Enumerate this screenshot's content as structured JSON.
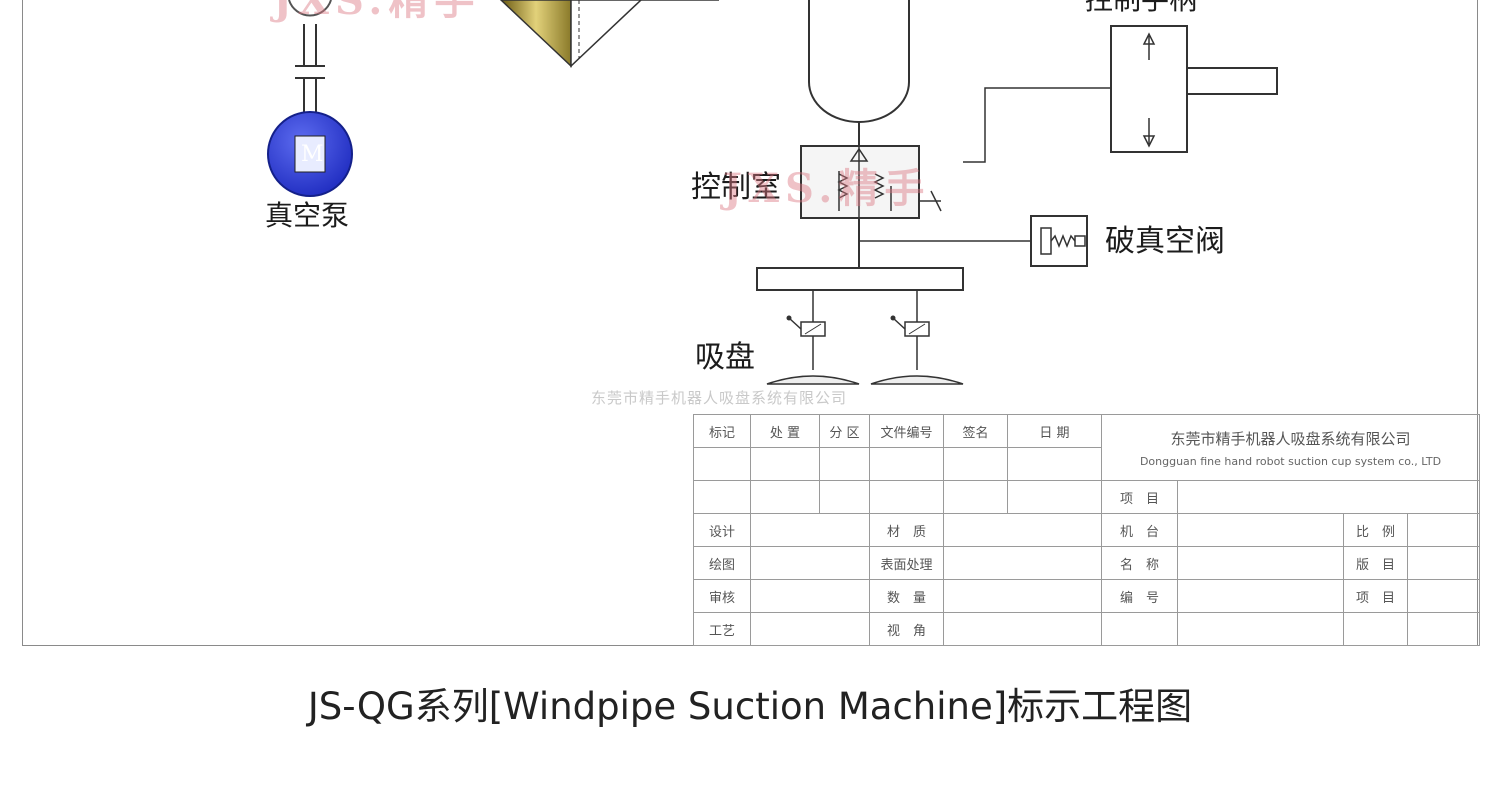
{
  "labels": {
    "vacuum_pump": "真空泵",
    "motor": "M",
    "control_chamber": "控制室",
    "break_vacuum_valve": "破真空阀",
    "suction_cup": "吸盘",
    "cylinder_partial": "控制手柄"
  },
  "watermarks": {
    "company_center": "东莞市精手机器人吸盘系统有限公司",
    "brand": "JXS.精手"
  },
  "title_block": {
    "headers": [
      "标记",
      "处 置",
      "分 区",
      "文件编号",
      "签名",
      "日 期"
    ],
    "left_rows": [
      {
        "a": "设计",
        "b": "材　质"
      },
      {
        "a": "绘图",
        "b": "表面处理"
      },
      {
        "a": "审核",
        "b": "数　量"
      },
      {
        "a": "工艺",
        "b": "视　角"
      }
    ],
    "company_cn": "东莞市精手机器人吸盘系统有限公司",
    "company_en": "Dongguan fine hand robot suction cup system co., LTD",
    "project_label": "项　目",
    "machine_label": "机　台",
    "scale_label": "比　例",
    "name_label": "名　称",
    "version_label": "版　目",
    "code_label": "编　号",
    "item_label": "项　目"
  },
  "caption": "JS-QG系列[Windpipe Suction Machine]标示工程图",
  "colors": {
    "motor_fill": "#2f3fd6",
    "line": "#333333",
    "border": "#8a8a8a",
    "funnel_gold": "#c8b04a"
  }
}
